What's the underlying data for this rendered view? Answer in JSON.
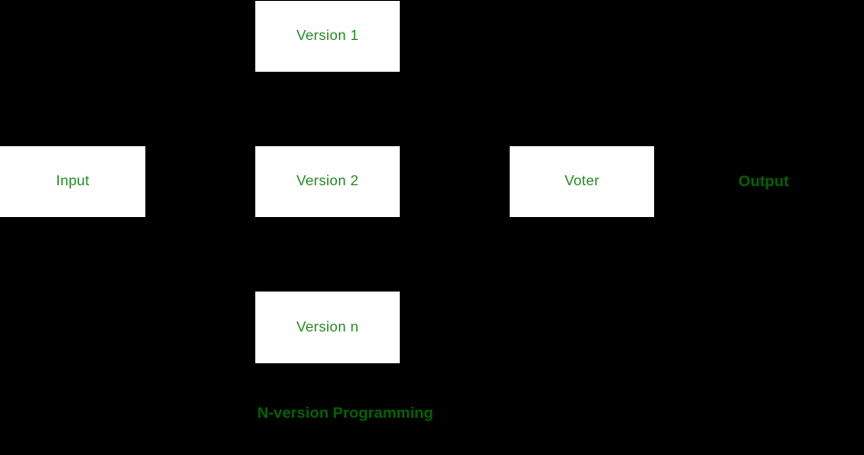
{
  "diagram": {
    "background_color": "#000000",
    "box_fill_color": "#ffffff",
    "box_label_color": "#228B22",
    "dark_green_color": "#006400",
    "nodes": {
      "version1": {
        "label": "Version 1"
      },
      "input": {
        "label": "Input"
      },
      "version2": {
        "label": "Version 2"
      },
      "voter": {
        "label": "Voter"
      },
      "versionn": {
        "label": "Version n"
      },
      "output": {
        "label": "Output"
      }
    },
    "caption": "N-version Programming"
  }
}
